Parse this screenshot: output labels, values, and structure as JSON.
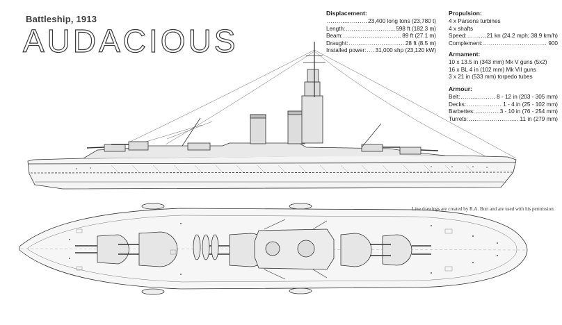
{
  "header": {
    "subtitle": "Battleship, 1913",
    "title": "AUDACIOUS"
  },
  "displacement": {
    "heading": "Displacement:",
    "rows": [
      {
        "label": "",
        "value": "23,400 long tons (23,780 t)"
      },
      {
        "label": "Length:",
        "value": "598 ft (182.3 m)"
      },
      {
        "label": "Beam:",
        "value": "89 ft (27.1 m)"
      },
      {
        "label": "Draught:",
        "value": "28 ft (8.5 m)"
      },
      {
        "label": "Installed power:",
        "value": "31,000 shp (23,120 kW)"
      }
    ]
  },
  "propulsion": {
    "heading": "Propulsion:",
    "lines": [
      "4 x Parsons turbines",
      "4 x shafts"
    ],
    "rows": [
      {
        "label": "Speed:",
        "value": "21 kn (24.2 mph; 38.9 km/h)"
      },
      {
        "label": "Complement:",
        "value": "900"
      }
    ]
  },
  "armament": {
    "heading": "Armament:",
    "lines": [
      "10 x 13.5 in (343 mm) Mk V guns (5x2)",
      "16 x BL 4 in (102 mm) Mk VII guns",
      "3 x 21 in (533 mm) torpedo tubes"
    ]
  },
  "armour": {
    "heading": "Armour:",
    "rows": [
      {
        "label": "Belt:",
        "value": "8 - 12 in (203 - 305 mm)"
      },
      {
        "label": "Decks:",
        "value": "1 - 4 in (25 - 102 mm)"
      },
      {
        "label": "Barbettes:",
        "value": "3 - 10 in (76 - 254 mm)"
      },
      {
        "label": "Turrets:",
        "value": "11 in (279 mm)"
      }
    ]
  },
  "credit": "Line drawings are created by R.A. Burt and are used with his permission."
}
